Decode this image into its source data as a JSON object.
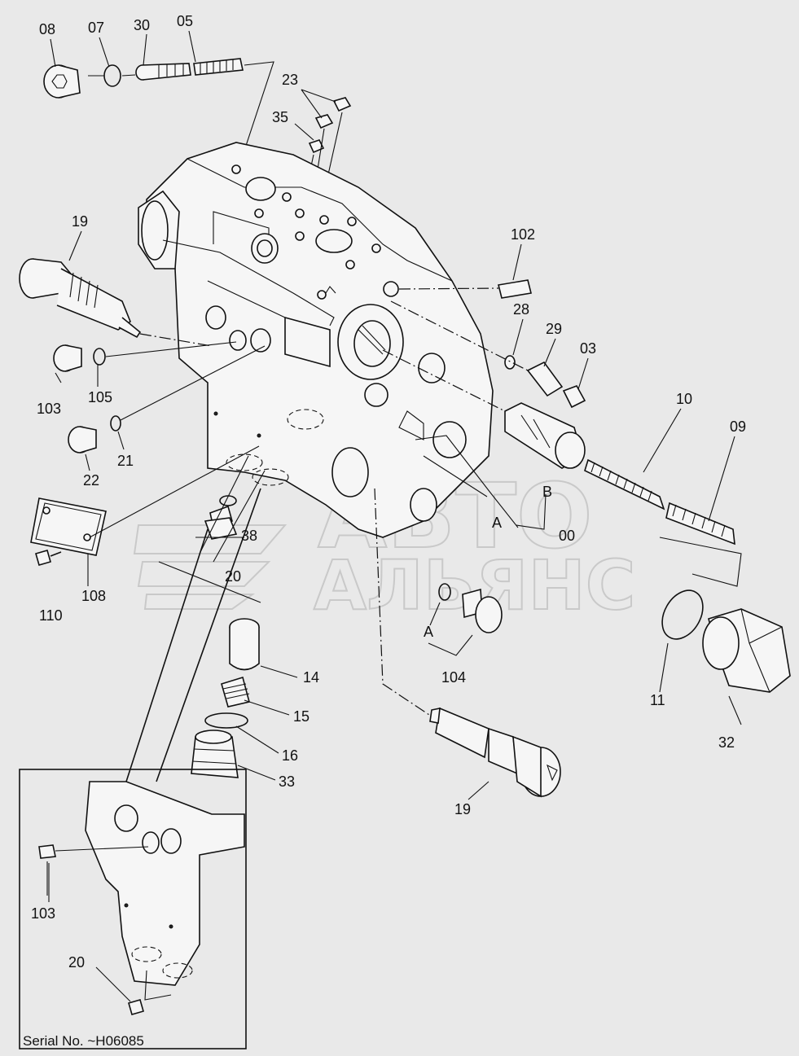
{
  "labels": {
    "l08": "08",
    "l07": "07",
    "l30": "30",
    "l05": "05",
    "l23": "23",
    "l35": "35",
    "l19a": "19",
    "l102": "102",
    "l28": "28",
    "l29": "29",
    "l03": "03",
    "l103a": "103",
    "l105": "105",
    "l21": "21",
    "l22": "22",
    "l10": "10",
    "l09": "09",
    "lB": "B",
    "lA1": "A",
    "l00": "00",
    "l38": "38",
    "l20a": "20",
    "l108": "108",
    "l110": "110",
    "lA2": "A",
    "l104": "104",
    "l11": "11",
    "l32": "32",
    "l14": "14",
    "l15": "15",
    "l16": "16",
    "l33": "33",
    "l19b": "19",
    "l103b": "103",
    "l20b": "20"
  },
  "serial": "Serial No. ~H06085",
  "watermark": {
    "line1": "АВТО",
    "line2": "АЛЬЯНС"
  }
}
